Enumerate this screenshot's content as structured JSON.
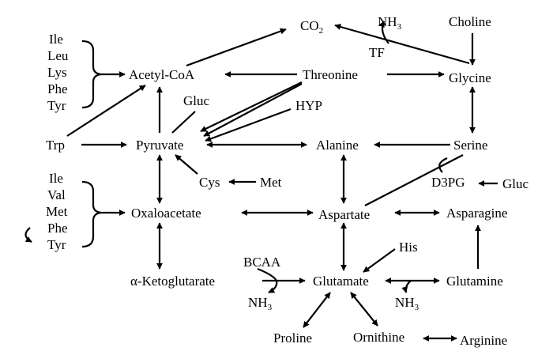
{
  "nodes": {
    "co2": "CO",
    "co2_sub": "2",
    "nh3_top": "NH",
    "nh3_top_sub": "3",
    "tf": "TF",
    "choline": "Choline",
    "acetyl_coa": "Acetyl-CoA",
    "threonine": "Threonine",
    "glycine": "Glycine",
    "gluc_top": "Gluc",
    "hyp": "HYP",
    "trp": "Trp",
    "pyruvate": "Pyruvate",
    "alanine": "Alanine",
    "serine": "Serine",
    "cys": "Cys",
    "met_mid": "Met",
    "d3pg": "D3PG",
    "gluc_right": "Gluc",
    "oxaloacetate": "Oxaloacetate",
    "aspartate": "Aspartate",
    "asparagine": "Asparagine",
    "his": "His",
    "bcaa": "BCAA",
    "akg": "α-Ketoglutarate",
    "glutamate": "Glutamate",
    "glutamine": "Glutamine",
    "nh3_left": "NH",
    "nh3_left_sub": "3",
    "nh3_right": "NH",
    "nh3_right_sub": "3",
    "proline": "Proline",
    "ornithine": "Ornithine",
    "arginine": "Arginine"
  },
  "group_top": [
    "Ile",
    "Leu",
    "Lys",
    "Phe",
    "Tyr"
  ],
  "group_bottom": [
    "Ile",
    "Val",
    "Met",
    "Phe",
    "Tyr"
  ]
}
